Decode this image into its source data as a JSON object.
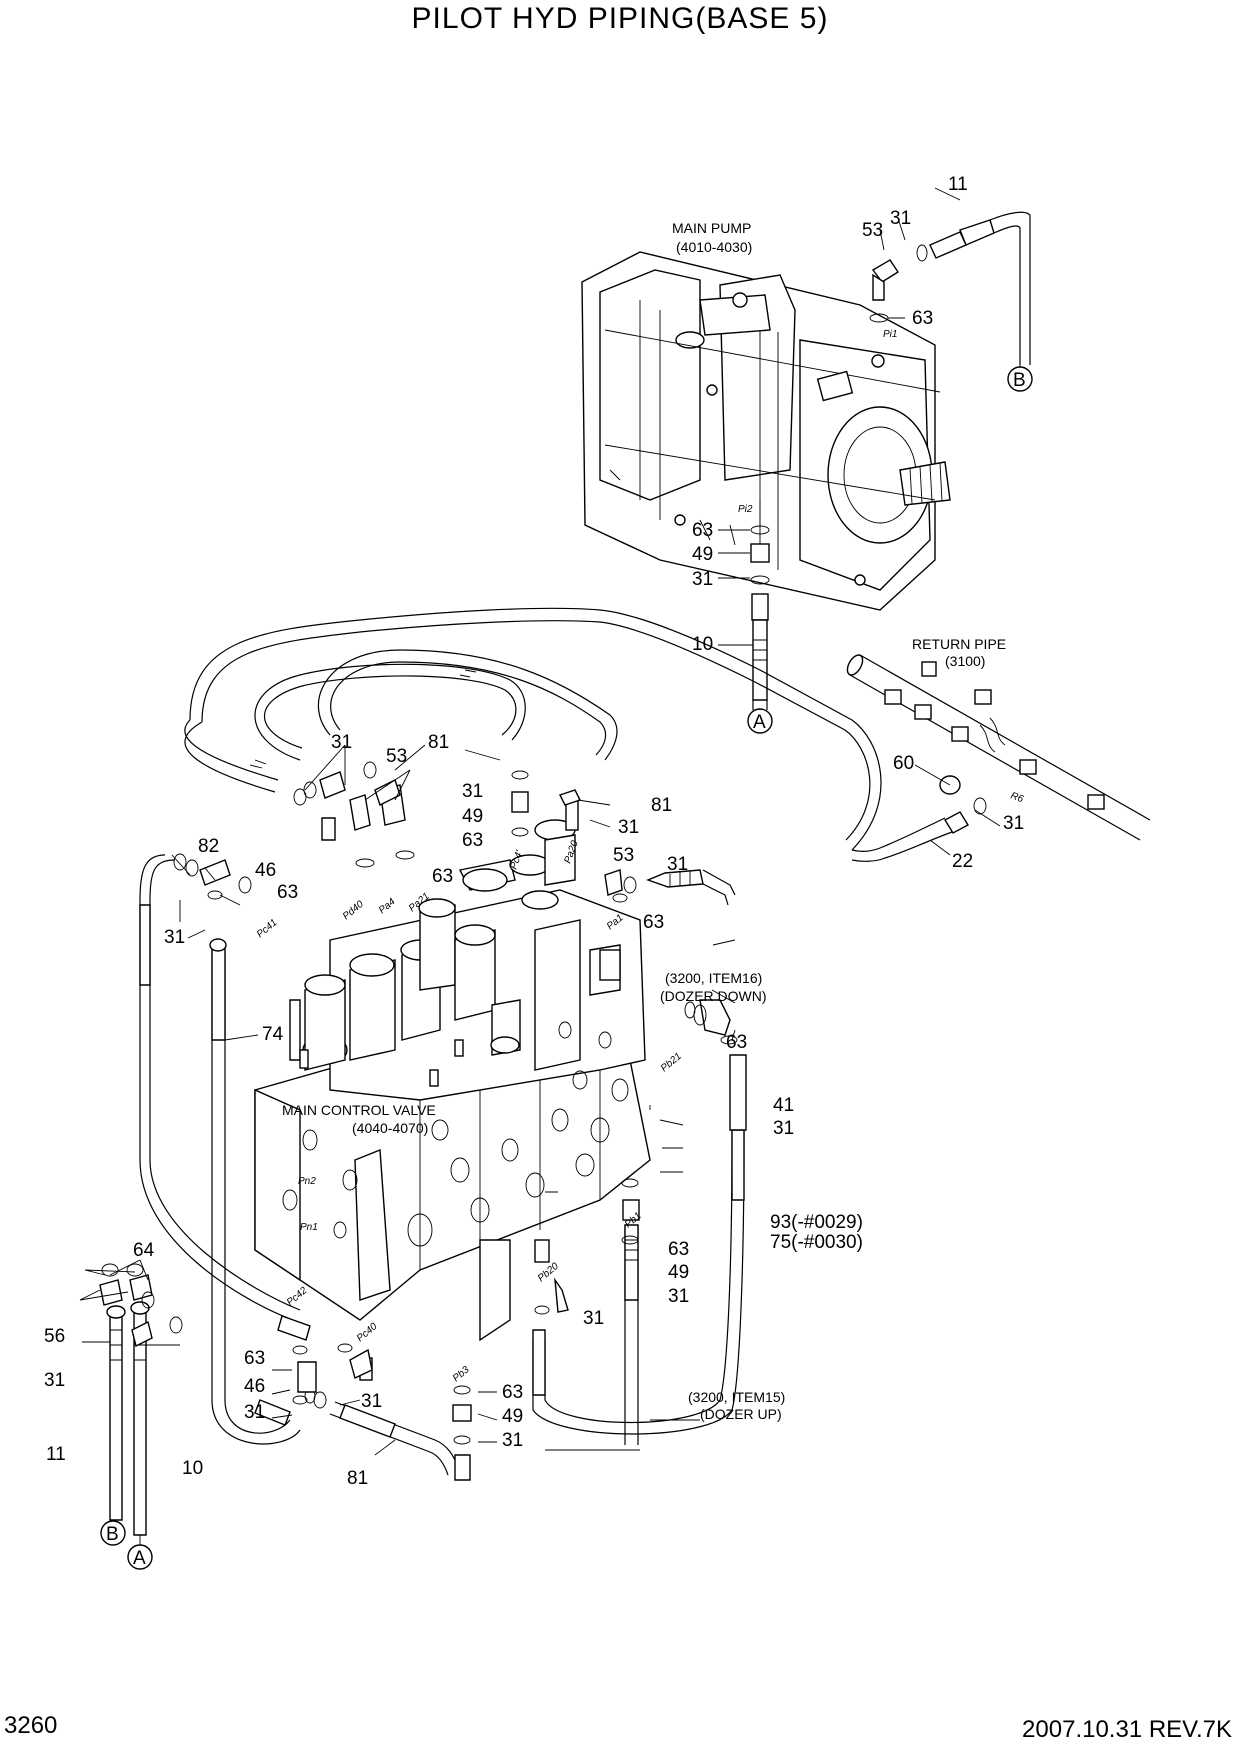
{
  "header": {
    "title": "PILOT HYD PIPING(BASE 5)"
  },
  "footer": {
    "page_number": "3260",
    "revision": "2007.10.31  REV.7K"
  },
  "labels": {
    "main_pump": "MAIN PUMP",
    "main_pump_ref": "(4010-4030)",
    "return_pipe": "RETURN PIPE",
    "return_pipe_ref": "(3100)",
    "main_control_valve": "MAIN CONTROL VALVE",
    "main_control_valve_ref": "(4040-4070)",
    "dozer_down_ref": "(3200, ITEM16)",
    "dozer_down": "(DOZER DOWN)",
    "dozer_up_ref": "(3200, ITEM15)",
    "dozer_up": "(DOZER UP)",
    "hose_93": "93(-#0029)",
    "hose_75": "75(-#0030)"
  },
  "connectors": {
    "a": "A",
    "b": "B"
  },
  "part_numbers": {
    "p11_top": "11",
    "p31_top": "31",
    "p53_top": "53",
    "p63_top": "63",
    "p63_pi2": "63",
    "p49_pi2": "49",
    "p31_pi2": "31",
    "p10_top": "10",
    "p60": "60",
    "p31_r6": "31",
    "p22": "22",
    "p31_mid": "31",
    "p53_mid": "53",
    "p81_top": "81",
    "p31_c": "31",
    "p49_c": "49",
    "p63_c": "63",
    "p81_r": "81",
    "p31_r": "31",
    "p63_mid": "63",
    "p82": "82",
    "p46_l": "46",
    "p63_l": "63",
    "p31_l": "31",
    "p53_r": "53",
    "p31_r2": "31",
    "p63_r2": "63",
    "p74": "74",
    "p63_pb21": "63",
    "p41": "41",
    "p31_41": "31",
    "p63_pb1": "63",
    "p49_pb1": "49",
    "p31_pb1": "31",
    "p31_pb20": "31",
    "p64": "64",
    "p56": "56",
    "p31_bl": "31",
    "p11_bl": "11",
    "p10_bl": "10",
    "p63_b": "63",
    "p46_b": "46",
    "p31_b": "31",
    "p31_b2": "31",
    "p63_pb3": "63",
    "p49_pb3": "49",
    "p31_pb3": "31",
    "p81_b": "81"
  },
  "ports": {
    "pi1": "Pi1",
    "pi2": "Pi2",
    "r6": "R6",
    "pc4": "Pc4'",
    "pa20": "Pa20",
    "pd40": "Pd40",
    "pa4": "Pa4",
    "pa21": "Pa21",
    "pa1": "Pa1",
    "pc41": "Pc41",
    "pb21": "Pb21",
    "pn2": "Pn2",
    "pn1": "Pn1",
    "pb1": "Pb1",
    "pb20": "Pb20",
    "pc42": "Pc42",
    "pc40": "Pc40",
    "pb3": "Pb3"
  }
}
